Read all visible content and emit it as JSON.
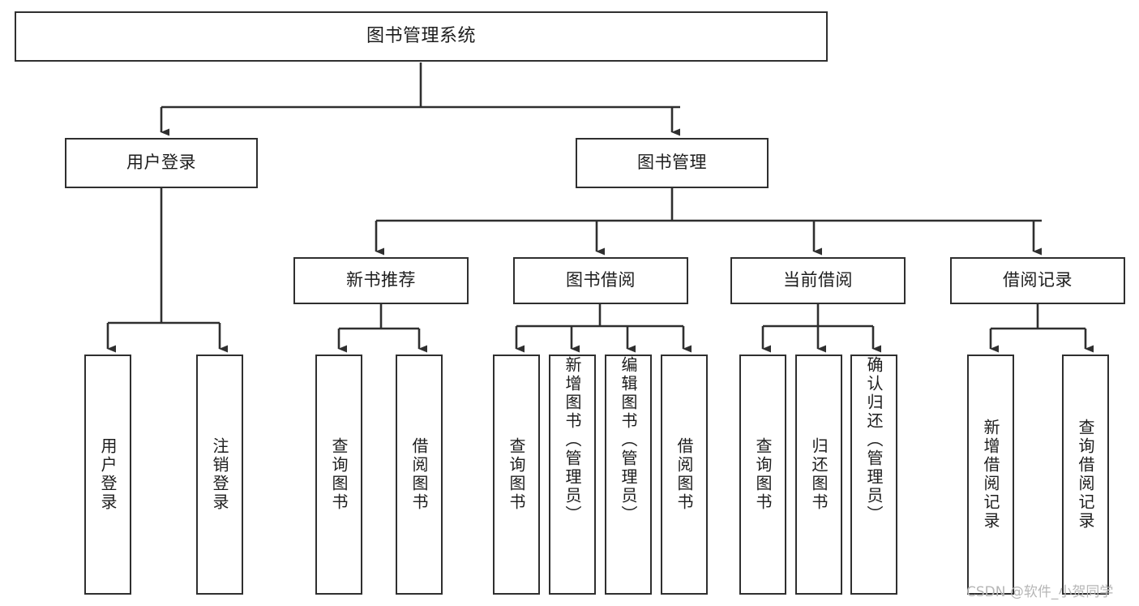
{
  "diagram": {
    "title": "图书管理系统",
    "type": "tree-hierarchy",
    "background_color": "#ffffff",
    "box_border_color": "#2f2f2f",
    "connector_color": "#2f2f2f",
    "text_color": "#1d1d1d"
  },
  "nodes": {
    "root": {
      "label": "图书管理系统"
    },
    "level2": [
      {
        "label": "用户登录"
      },
      {
        "label": "图书管理"
      }
    ],
    "level3": [
      {
        "label": "新书推荐"
      },
      {
        "label": "图书借阅"
      },
      {
        "label": "当前借阅"
      },
      {
        "label": "借阅记录"
      }
    ],
    "leaves": {
      "user_login": [
        {
          "label": "用户登录"
        },
        {
          "label": "注销登录"
        }
      ],
      "new_book_recommend": [
        {
          "label": "查询图书"
        },
        {
          "label": "借阅图书"
        }
      ],
      "book_borrow": [
        {
          "label": "查询图书"
        },
        {
          "label": "新增图书（管理员）"
        },
        {
          "label": "编辑图书（管理员）"
        },
        {
          "label": "借阅图书"
        }
      ],
      "current_borrow": [
        {
          "label": "查询图书"
        },
        {
          "label": "归还图书"
        },
        {
          "label": "确认归还（管理员）"
        }
      ],
      "borrow_record": [
        {
          "label": "新增借阅记录"
        },
        {
          "label": "查询借阅记录"
        }
      ]
    }
  },
  "watermark": {
    "text": "CSDN @软件_小贺同学"
  }
}
